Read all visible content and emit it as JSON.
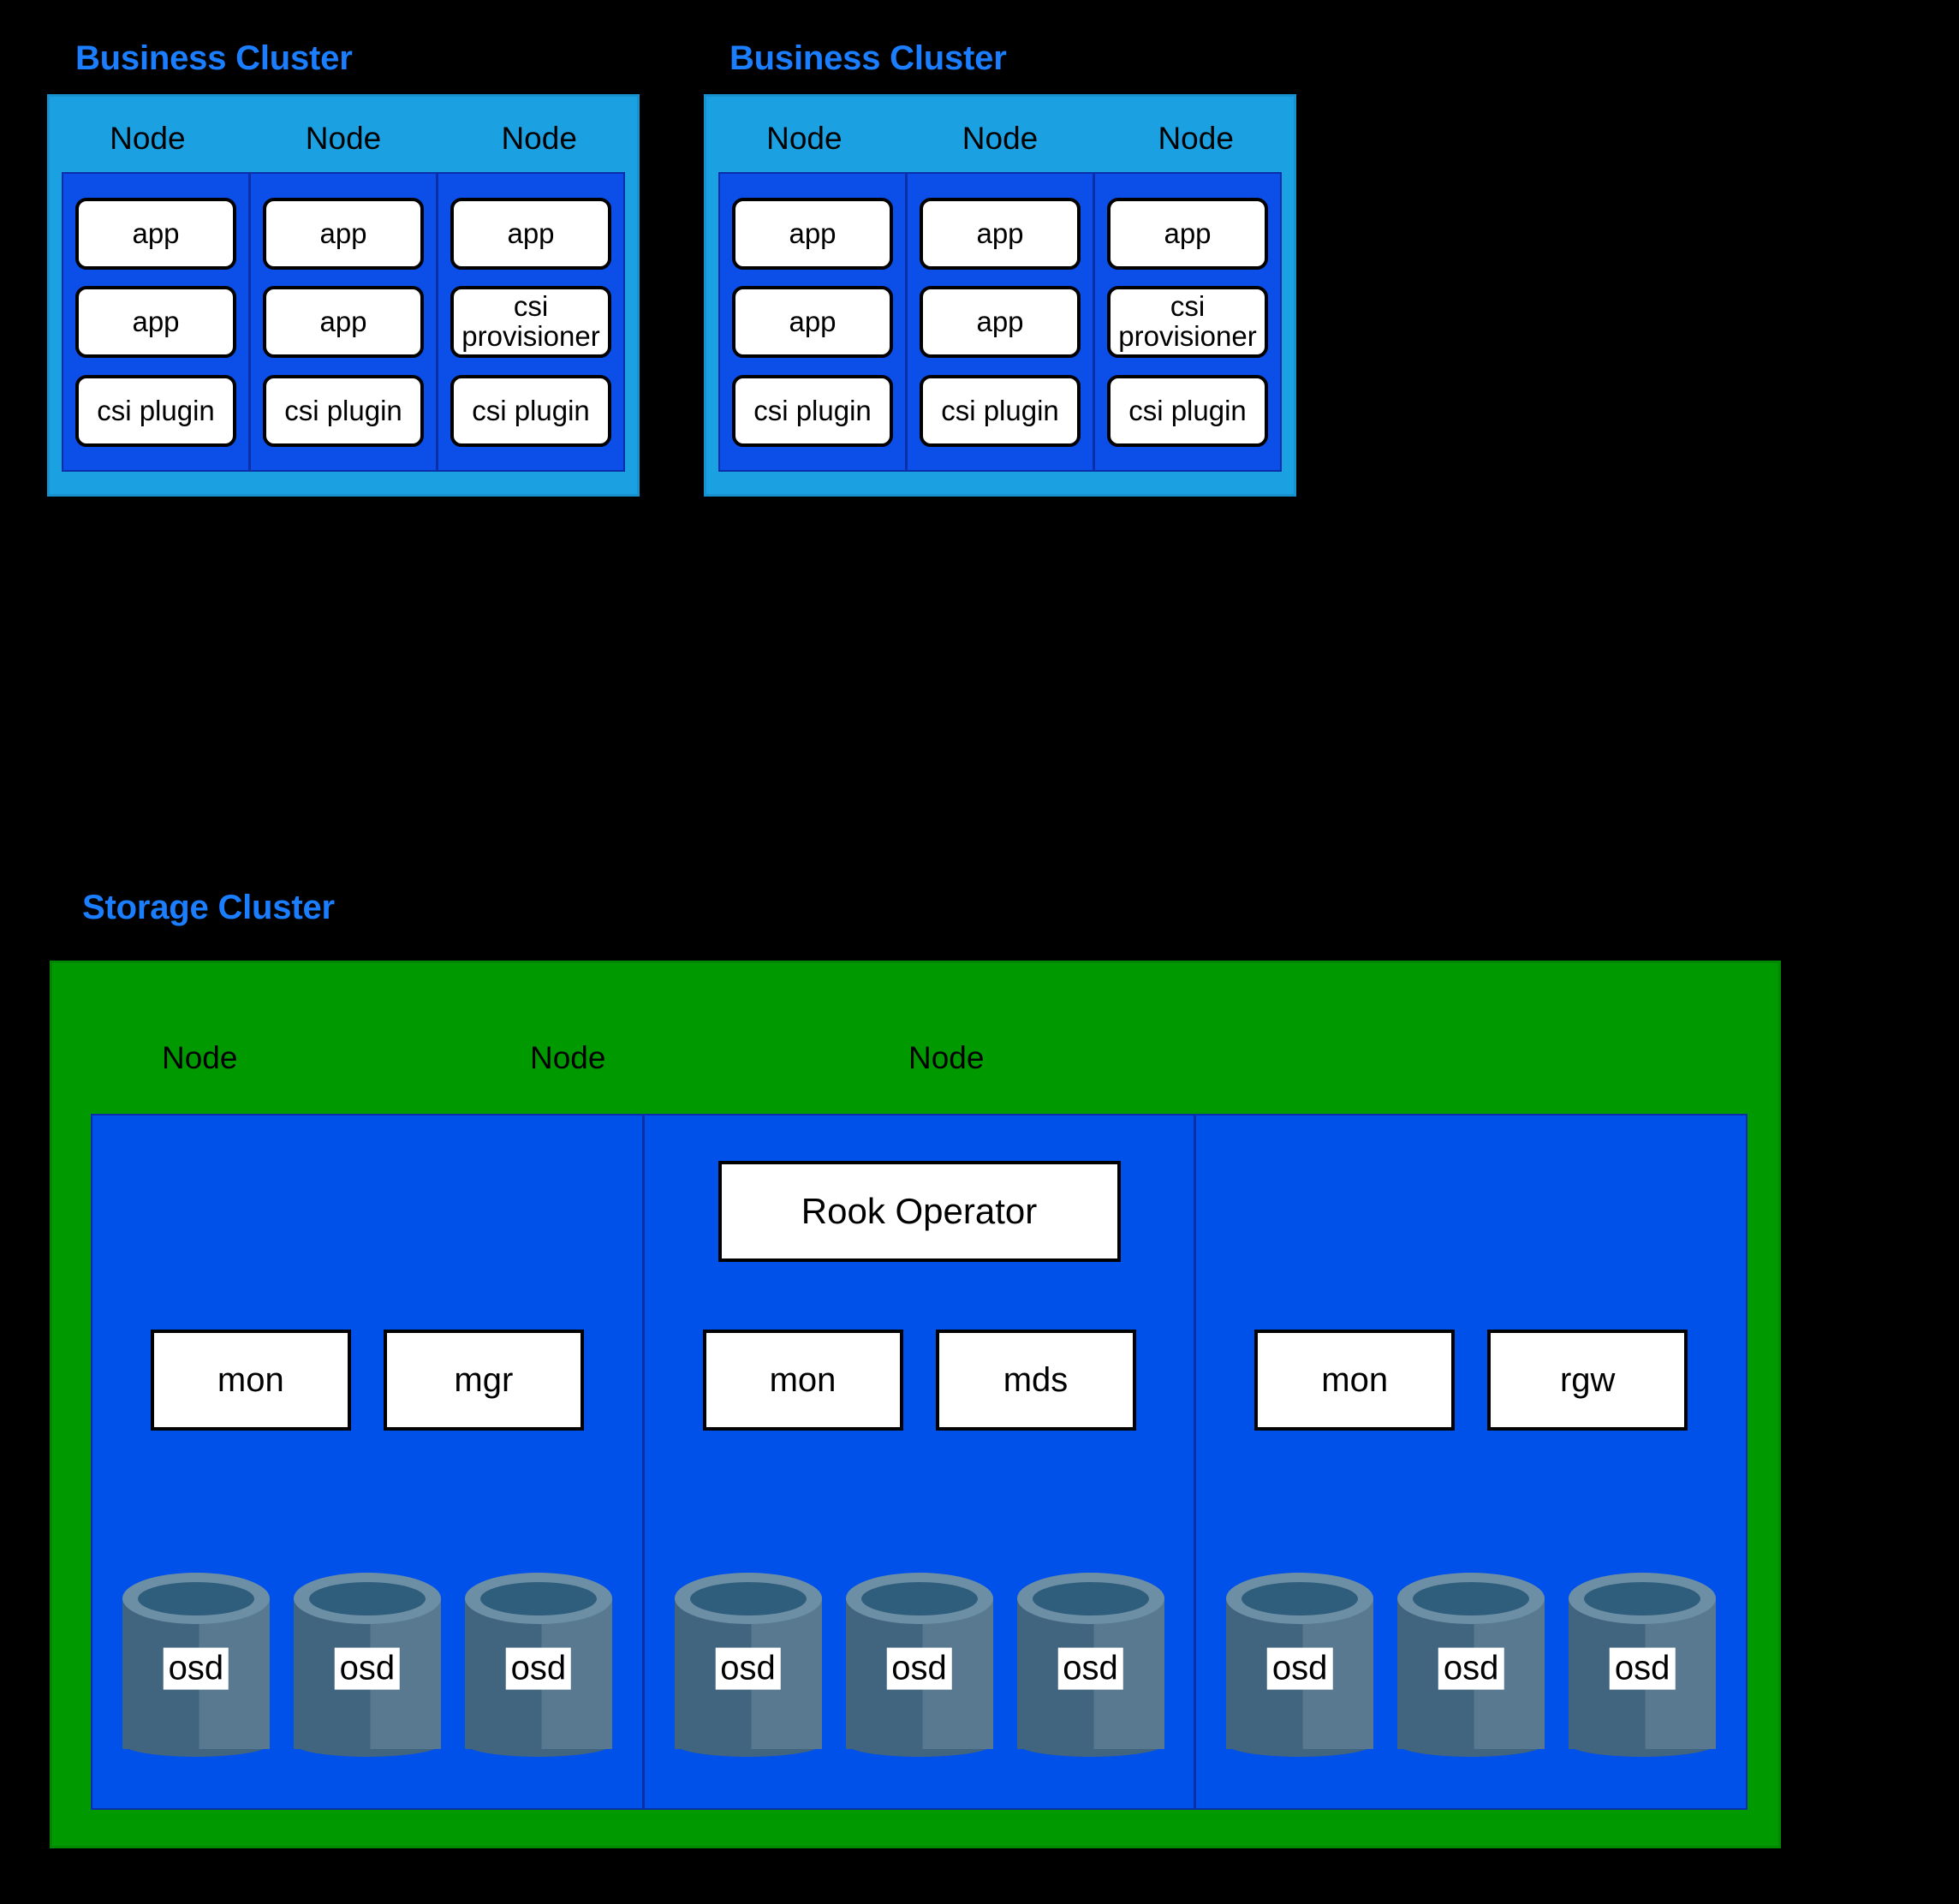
{
  "diagram": {
    "background_color": "#000000",
    "title_color": "#1a7eff",
    "business_cluster_color": "#1ba1e2",
    "node_color": "#0b4ee8",
    "storage_cluster_color": "#009900",
    "storage_node_color": "#0050ea",
    "pod_color": "#ffffff",
    "osd_color": "#41657f"
  },
  "business_clusters": [
    {
      "title": "Business Cluster",
      "nodes": [
        {
          "label": "Node",
          "pods": [
            "app",
            "app",
            "csi plugin"
          ]
        },
        {
          "label": "Node",
          "pods": [
            "app",
            "app",
            "csi plugin"
          ]
        },
        {
          "label": "Node",
          "pods": [
            "app",
            "csi\nprovisioner",
            "csi plugin"
          ]
        }
      ]
    },
    {
      "title": "Business Cluster",
      "nodes": [
        {
          "label": "Node",
          "pods": [
            "app",
            "app",
            "csi plugin"
          ]
        },
        {
          "label": "Node",
          "pods": [
            "app",
            "app",
            "csi plugin"
          ]
        },
        {
          "label": "Node",
          "pods": [
            "app",
            "csi\nprovisioner",
            "csi plugin"
          ]
        }
      ]
    }
  ],
  "storage_cluster": {
    "title": "Storage Cluster",
    "nodes": [
      {
        "label": "Node",
        "operator": null,
        "daemons": [
          "mon",
          "mgr"
        ],
        "osds": [
          "osd",
          "osd",
          "osd"
        ]
      },
      {
        "label": "Node",
        "operator": "Rook Operator",
        "daemons": [
          "mon",
          "mds"
        ],
        "osds": [
          "osd",
          "osd",
          "osd"
        ]
      },
      {
        "label": "Node",
        "operator": null,
        "daemons": [
          "mon",
          "rgw"
        ],
        "osds": [
          "osd",
          "osd",
          "osd"
        ]
      }
    ]
  }
}
